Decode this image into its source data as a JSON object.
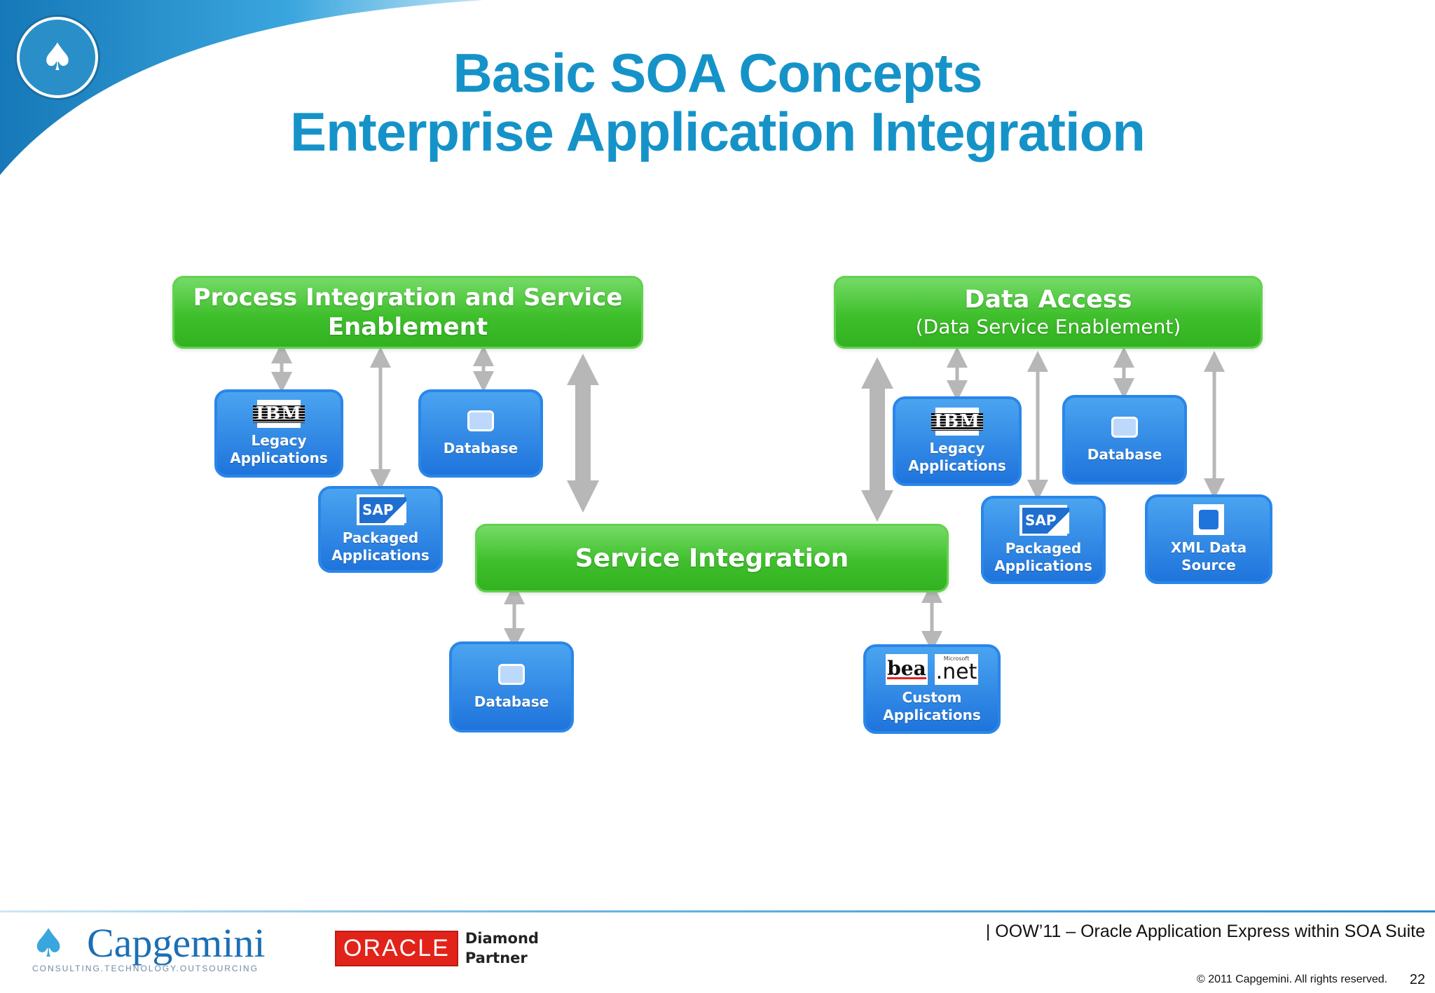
{
  "title": {
    "line1": "Basic SOA Concepts",
    "line2": "Enterprise Application Integration"
  },
  "diagram": {
    "process_integration": {
      "line1": "Process Integration and Service",
      "line2": "Enablement"
    },
    "data_access": {
      "line1": "Data Access",
      "line2": "(Data Service Enablement)"
    },
    "service_integration": {
      "label": "Service Integration"
    },
    "left_legacy": {
      "logo": "IBM",
      "line1": "Legacy",
      "line2": "Applications"
    },
    "left_database": {
      "label": "Database"
    },
    "left_packaged": {
      "logo": "SAP",
      "line1": "Packaged",
      "line2": "Applications"
    },
    "right_legacy": {
      "logo": "IBM",
      "line1": "Legacy",
      "line2": "Applications"
    },
    "right_database": {
      "label": "Database"
    },
    "right_packaged": {
      "logo": "SAP",
      "line1": "Packaged",
      "line2": "Applications"
    },
    "xml_source": {
      "line1": "XML Data",
      "line2": "Source"
    },
    "bottom_database": {
      "label": "Database"
    },
    "custom_apps": {
      "logo_bea": "bea",
      "logo_net_small": "Microsoft",
      "logo_net": ".net",
      "line1": "Custom",
      "line2": "Applications"
    }
  },
  "footer": {
    "capgemini_word": "Capgemini",
    "capgemini_tagline": "CONSULTING.TECHNOLOGY.OUTSOURCING",
    "oracle_logo": "ORACLE",
    "oracle_partner_line1": "Diamond",
    "oracle_partner_line2": "Partner",
    "event_text": "| OOW’11 – Oracle Application Express within SOA Suite",
    "copyright": "© 2011 Capgemini. All rights reserved.",
    "page_number": "22"
  },
  "colors": {
    "title": "#1593c8",
    "green_box": "#3fbf2c",
    "blue_box": "#1f74dc",
    "arrow": "#b7b7b7"
  }
}
